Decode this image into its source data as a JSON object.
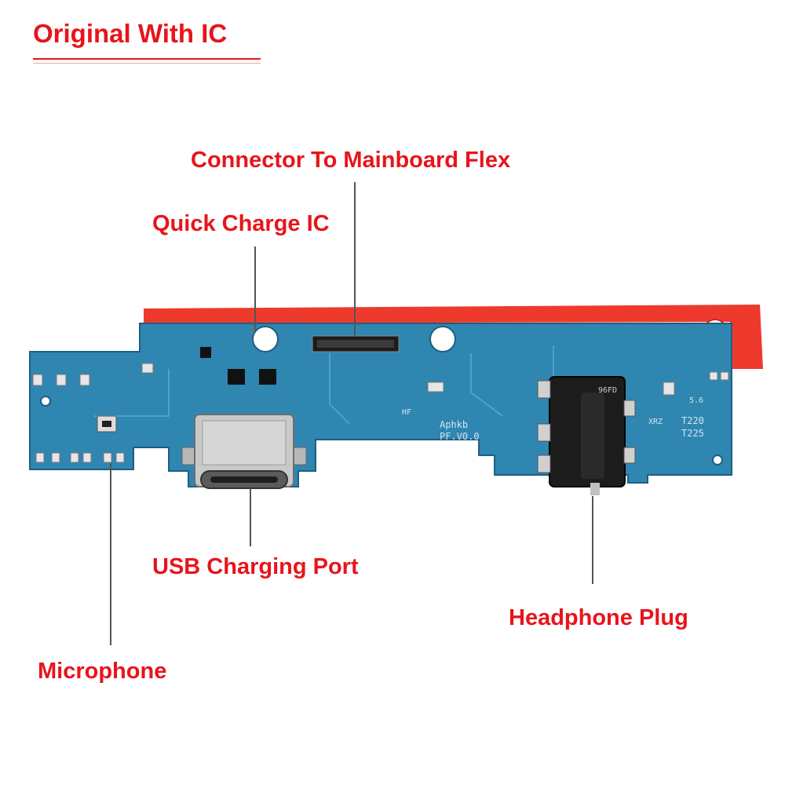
{
  "header": {
    "title": "Original With IC"
  },
  "callouts": {
    "connector": "Connector To Mainboard Flex",
    "quick_charge": "Quick Charge IC",
    "usb_port": "USB Charging Port",
    "headphone": "Headphone Plug",
    "microphone": "Microphone"
  },
  "board_silkscreen": {
    "brand": "Aphkb",
    "version": "PF.V0.0",
    "hf": "HF",
    "model_a": "T220",
    "model_b": "T225",
    "rev": "5.6",
    "code": "XRZ",
    "jack_code": "96FD"
  },
  "colors": {
    "label_red": "#e8141b",
    "pcb_blue": "#2f86b0",
    "adhesive_red": "#ee3a2c"
  }
}
